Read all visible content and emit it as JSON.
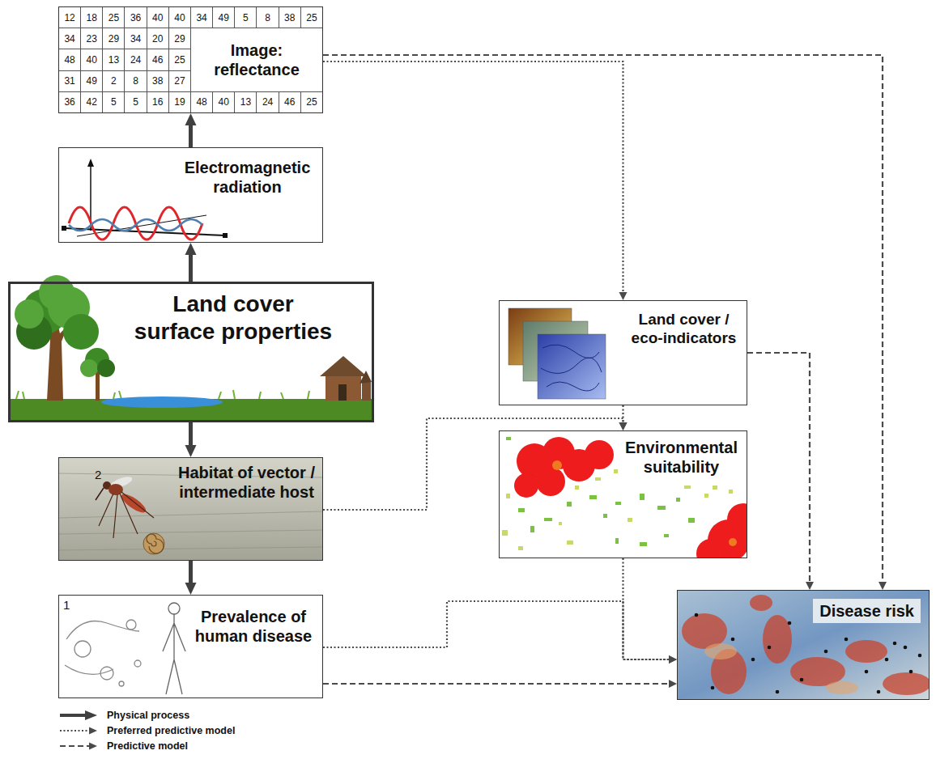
{
  "diagram": {
    "nodes": [
      {
        "text": [
          "Image: reflectance"
        ]
      },
      {
        "text": [
          "Electromagnetic radiation"
        ]
      },
      {
        "text": [
          "Land cover surface properties"
        ]
      },
      {
        "text": [
          "Habitat of vector / intermediate host"
        ]
      },
      {
        "text": [
          "Prevalence of human disease"
        ]
      },
      {
        "text": [
          "Land cover / eco-indicators"
        ]
      },
      {
        "text": [
          "Environmental suitability"
        ]
      },
      {
        "text": [
          "Disease risk"
        ]
      }
    ],
    "edges": [
      {
        "from": 2,
        "to": 1,
        "arrow": "to"
      },
      {
        "from": 1,
        "to": 0,
        "arrow": "to"
      },
      {
        "from": 2,
        "to": 3,
        "arrow": "to"
      },
      {
        "from": 3,
        "to": 4,
        "arrow": "to"
      },
      {
        "from": 0,
        "to": 5,
        "arrow": "to"
      },
      {
        "from": 5,
        "to": 6,
        "arrow": "to"
      },
      {
        "from": 3,
        "to": 6,
        "arrow": "to"
      },
      {
        "from": 6,
        "to": 7,
        "arrow": "to"
      },
      {
        "from": 4,
        "to": 7,
        "arrow": "to"
      },
      {
        "from": 0,
        "to": 7,
        "arrow": "to"
      },
      {
        "from": 5,
        "to": 7,
        "arrow": "to"
      },
      {
        "from": 4,
        "to": 7,
        "arrow": "to"
      }
    ],
    "labels": [
      "12",
      "18",
      "25",
      "36",
      "40",
      "40",
      "34",
      "49",
      "5",
      "8",
      "38",
      "25",
      "34",
      "23",
      "29",
      "34",
      "20",
      "29",
      "48",
      "40",
      "13",
      "24",
      "46",
      "25",
      "31",
      "49",
      "2",
      "8",
      "38",
      "27",
      "36",
      "42",
      "5",
      "5",
      "16",
      "19",
      "48",
      "40",
      "13",
      "24",
      "46",
      "25",
      "2",
      "1"
    ],
    "legend": [
      {
        "text": "Physical process"
      },
      {
        "text": "Preferred predictive model"
      },
      {
        "text": "Predictive model"
      }
    ]
  }
}
